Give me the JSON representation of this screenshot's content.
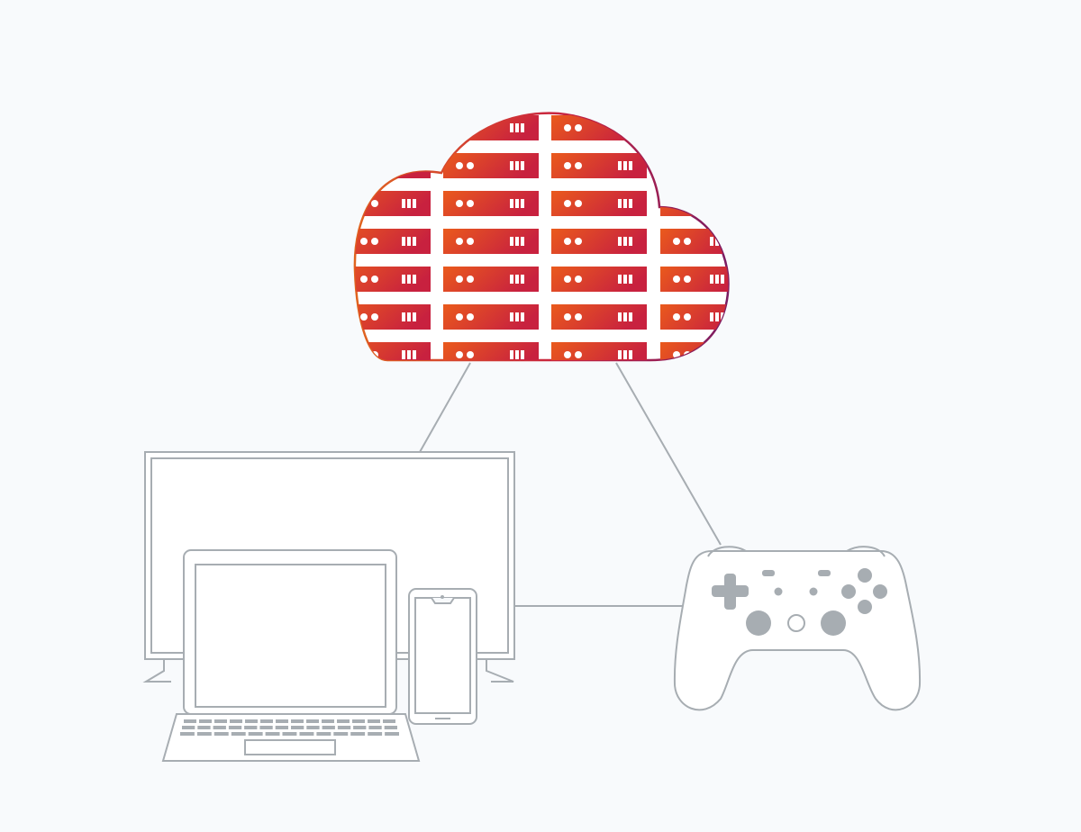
{
  "diagram": {
    "nodes": [
      {
        "id": "cloud",
        "icon": "cloud-server-rack-icon"
      },
      {
        "id": "tv",
        "icon": "tv-icon"
      },
      {
        "id": "laptop",
        "icon": "laptop-icon"
      },
      {
        "id": "phone",
        "icon": "phone-icon"
      },
      {
        "id": "controller",
        "icon": "game-controller-icon"
      }
    ],
    "edges": [
      {
        "from": "cloud",
        "to": "tv"
      },
      {
        "from": "cloud",
        "to": "controller"
      },
      {
        "from": "tv",
        "to": "controller"
      }
    ]
  },
  "colors": {
    "background": "#f8fafc",
    "outline": "#a7adb2",
    "controller_buttons": "#a7adb2",
    "cloud_gradient_start": "#ea5a1c",
    "cloud_gradient_end": "#c8213f",
    "cloud_outline_end": "#7a1c63"
  }
}
